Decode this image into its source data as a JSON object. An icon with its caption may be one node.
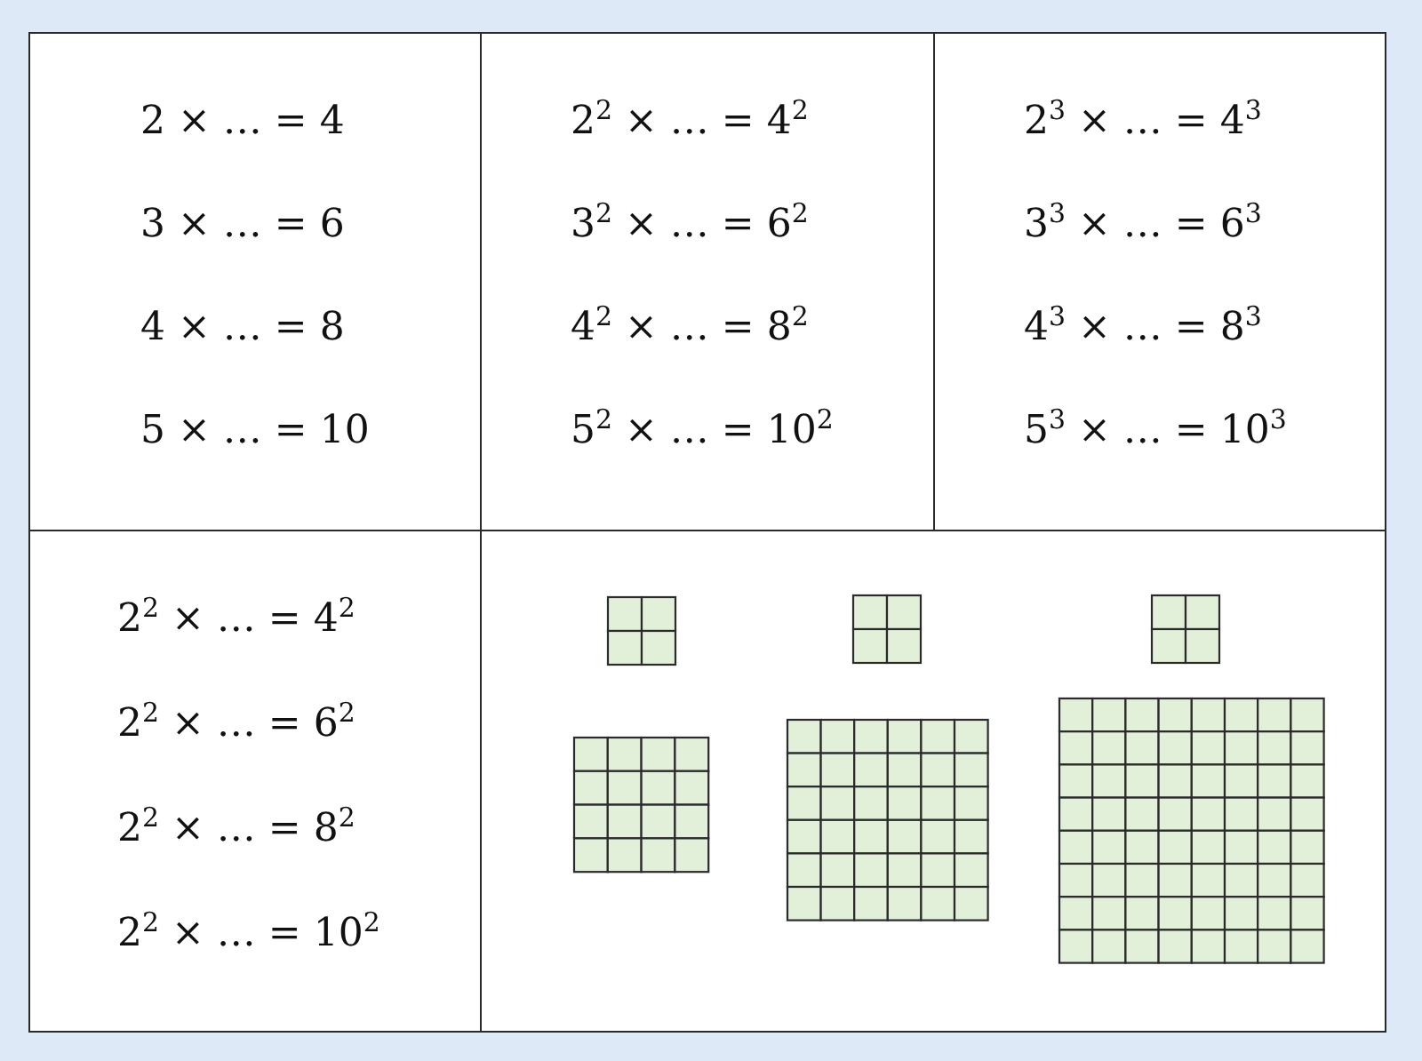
{
  "diagram": {
    "nodes": [
      {
        "text": [
          "2 × … = 4",
          "3 × … = 6",
          "4 × … = 8",
          "5 × … = 10"
        ]
      },
      {
        "text": [
          "2$^{2}$ × … = 4$^{2}$",
          "3$^{2}$ × … = 6$^{2}$",
          "4$^{2}$ × … = 8$^{2}$",
          "5$^{2}$ × … = 10$^{2}$"
        ]
      },
      {
        "text": [
          "2$^{3}$ × … = 4$^{3}$",
          "3$^{3}$ × … = 6$^{3}$",
          "4$^{3}$ × … = 8$^{3}$",
          "5$^{3}$ × … = 10$^{3}$"
        ]
      },
      {
        "text": [
          "2$^{2}$ × … = 4$^{2}$",
          "2$^{2}$ × … = 6$^{2}$",
          "2$^{2}$ × … = 8$^{2}$",
          "2$^{2}$ × … = 10$^{2}$"
        ]
      },
      {
        "text": [],
        "shape": "box"
      }
    ],
    "edges": []
  }
}
